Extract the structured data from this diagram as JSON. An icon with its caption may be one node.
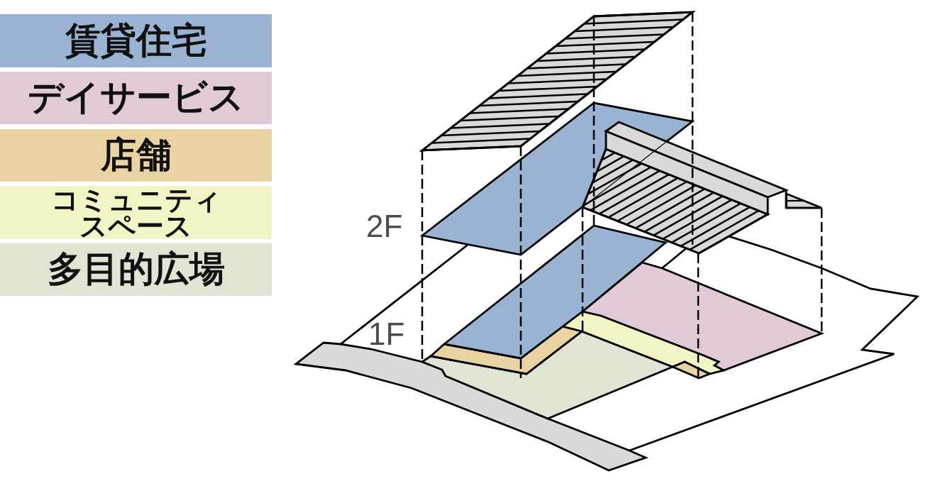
{
  "diagram": {
    "labels": [
      "2F",
      "1F"
    ],
    "legend": [
      {
        "text": "賃貸住宅",
        "color": "#9ab3d3"
      },
      {
        "text": "デイサービス",
        "color": "#e2c9d7"
      },
      {
        "text": "店舗",
        "color": "#e9d3a3"
      },
      {
        "text": "コミュニティスペース",
        "color": "#f2f4c6"
      },
      {
        "text": "多目的広場",
        "color": "#dfe5d2"
      }
    ]
  }
}
